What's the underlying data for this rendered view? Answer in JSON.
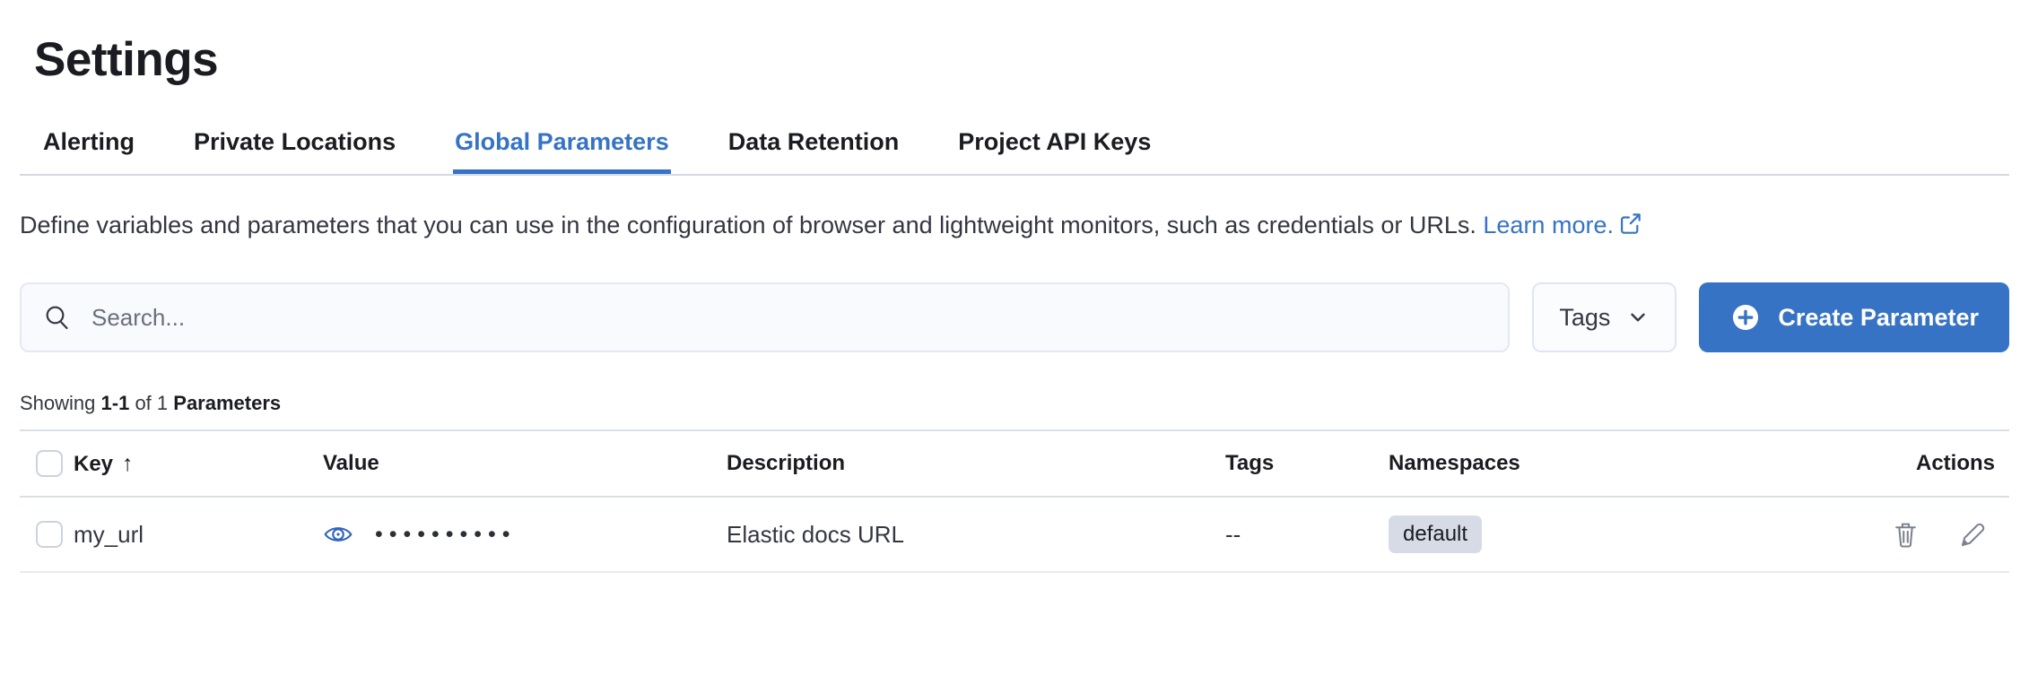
{
  "page": {
    "title": "Settings"
  },
  "tabs": [
    {
      "label": "Alerting",
      "active": false
    },
    {
      "label": "Private Locations",
      "active": false
    },
    {
      "label": "Global Parameters",
      "active": true
    },
    {
      "label": "Data Retention",
      "active": false
    },
    {
      "label": "Project API Keys",
      "active": false
    }
  ],
  "description": {
    "text": "Define variables and parameters that you can use in the configuration of browser and lightweight monitors, such as credentials or URLs.",
    "link_label": "Learn more."
  },
  "toolbar": {
    "search_placeholder": "Search...",
    "tags_filter_label": "Tags",
    "create_button_label": "Create Parameter"
  },
  "summary": {
    "showing": "Showing",
    "range": "1-1",
    "of": "of 1",
    "entity": "Parameters"
  },
  "table": {
    "columns": [
      "Key",
      "Value",
      "Description",
      "Tags",
      "Namespaces",
      "Actions"
    ],
    "sort": {
      "column": "Key",
      "direction": "ascending",
      "arrow": "↑"
    },
    "rows": [
      {
        "key": "my_url",
        "value_masked": "••••••••••",
        "description": "Elastic docs URL",
        "tags": "--",
        "namespace": "default"
      }
    ]
  },
  "icons": {
    "search": "search-icon",
    "tags_dropdown": "chevron-down-icon",
    "create": "plus-in-circle-icon",
    "learn_more": "external-link-icon",
    "value_reveal": "eye-icon",
    "delete": "trash-icon",
    "edit": "pencil-icon"
  },
  "colors": {
    "accent_blue": "#3673C4",
    "heading_text": "#1A1C21",
    "body_text": "#343741",
    "border_gray": "#D3DAE6",
    "badge_bg": "#D6DBE5",
    "icon_gray": "#7D828D"
  }
}
